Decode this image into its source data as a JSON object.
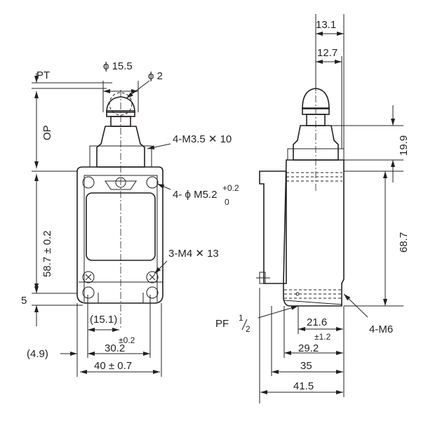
{
  "front_view": {
    "labels": {
      "pt": "PT",
      "op": "OP",
      "phi_15_5": "ϕ 15.5",
      "phi_2": "ϕ 2",
      "screw_m3_5": "4-M3.5 ✕ 10",
      "hole_m5_2": "4- ϕ M5.2",
      "hole_m5_2_tol_upper": "+0.2",
      "hole_m5_2_tol_lower": "0",
      "screw_m4": "3-M4 ✕ 13",
      "height_58_7": "58.7 ± 0.2",
      "dim_5": "5",
      "dim_15_1": "(15.1)",
      "dim_4_9": "(4.9)",
      "dim_30_2": "30.2",
      "dim_30_2_tol": "±0.2",
      "dim_40": "40 ± 0.7"
    }
  },
  "side_view": {
    "labels": {
      "dim_13_1": "13.1",
      "dim_12_7": "12.7",
      "dim_19_9": "19.9",
      "dim_68_7": "68.7",
      "pf": "PF",
      "pf_num": "1",
      "pf_den": "2",
      "m6": "4-M6",
      "dim_21_6": "21.6",
      "dim_29_2": "29.2",
      "dim_29_2_tol": "±1.2",
      "dim_35": "35",
      "dim_41_5": "41.5"
    }
  }
}
